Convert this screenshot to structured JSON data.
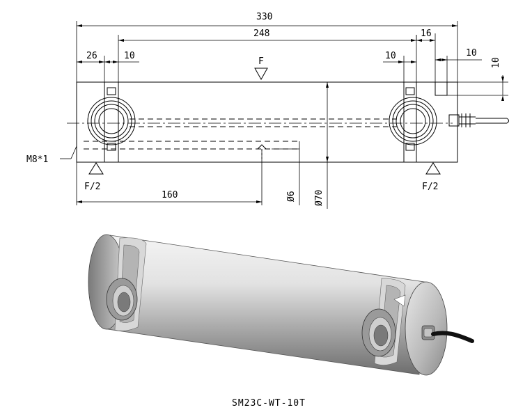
{
  "drawing": {
    "dim_overall": "330",
    "dim_span": "248",
    "dim_end": "26",
    "dim_slot_left": "10",
    "dim_slot_right": "10",
    "dim_16": "16",
    "dim_10_right": "10",
    "dim_10_vertical": "10",
    "load_top": "F",
    "load_left": "F/2",
    "load_right": "F/2",
    "thread": "M8*1",
    "dim_160": "160",
    "dia_hole": "Ø6",
    "dia_body": "Ø70"
  },
  "caption": "SM23C-WT-10T"
}
